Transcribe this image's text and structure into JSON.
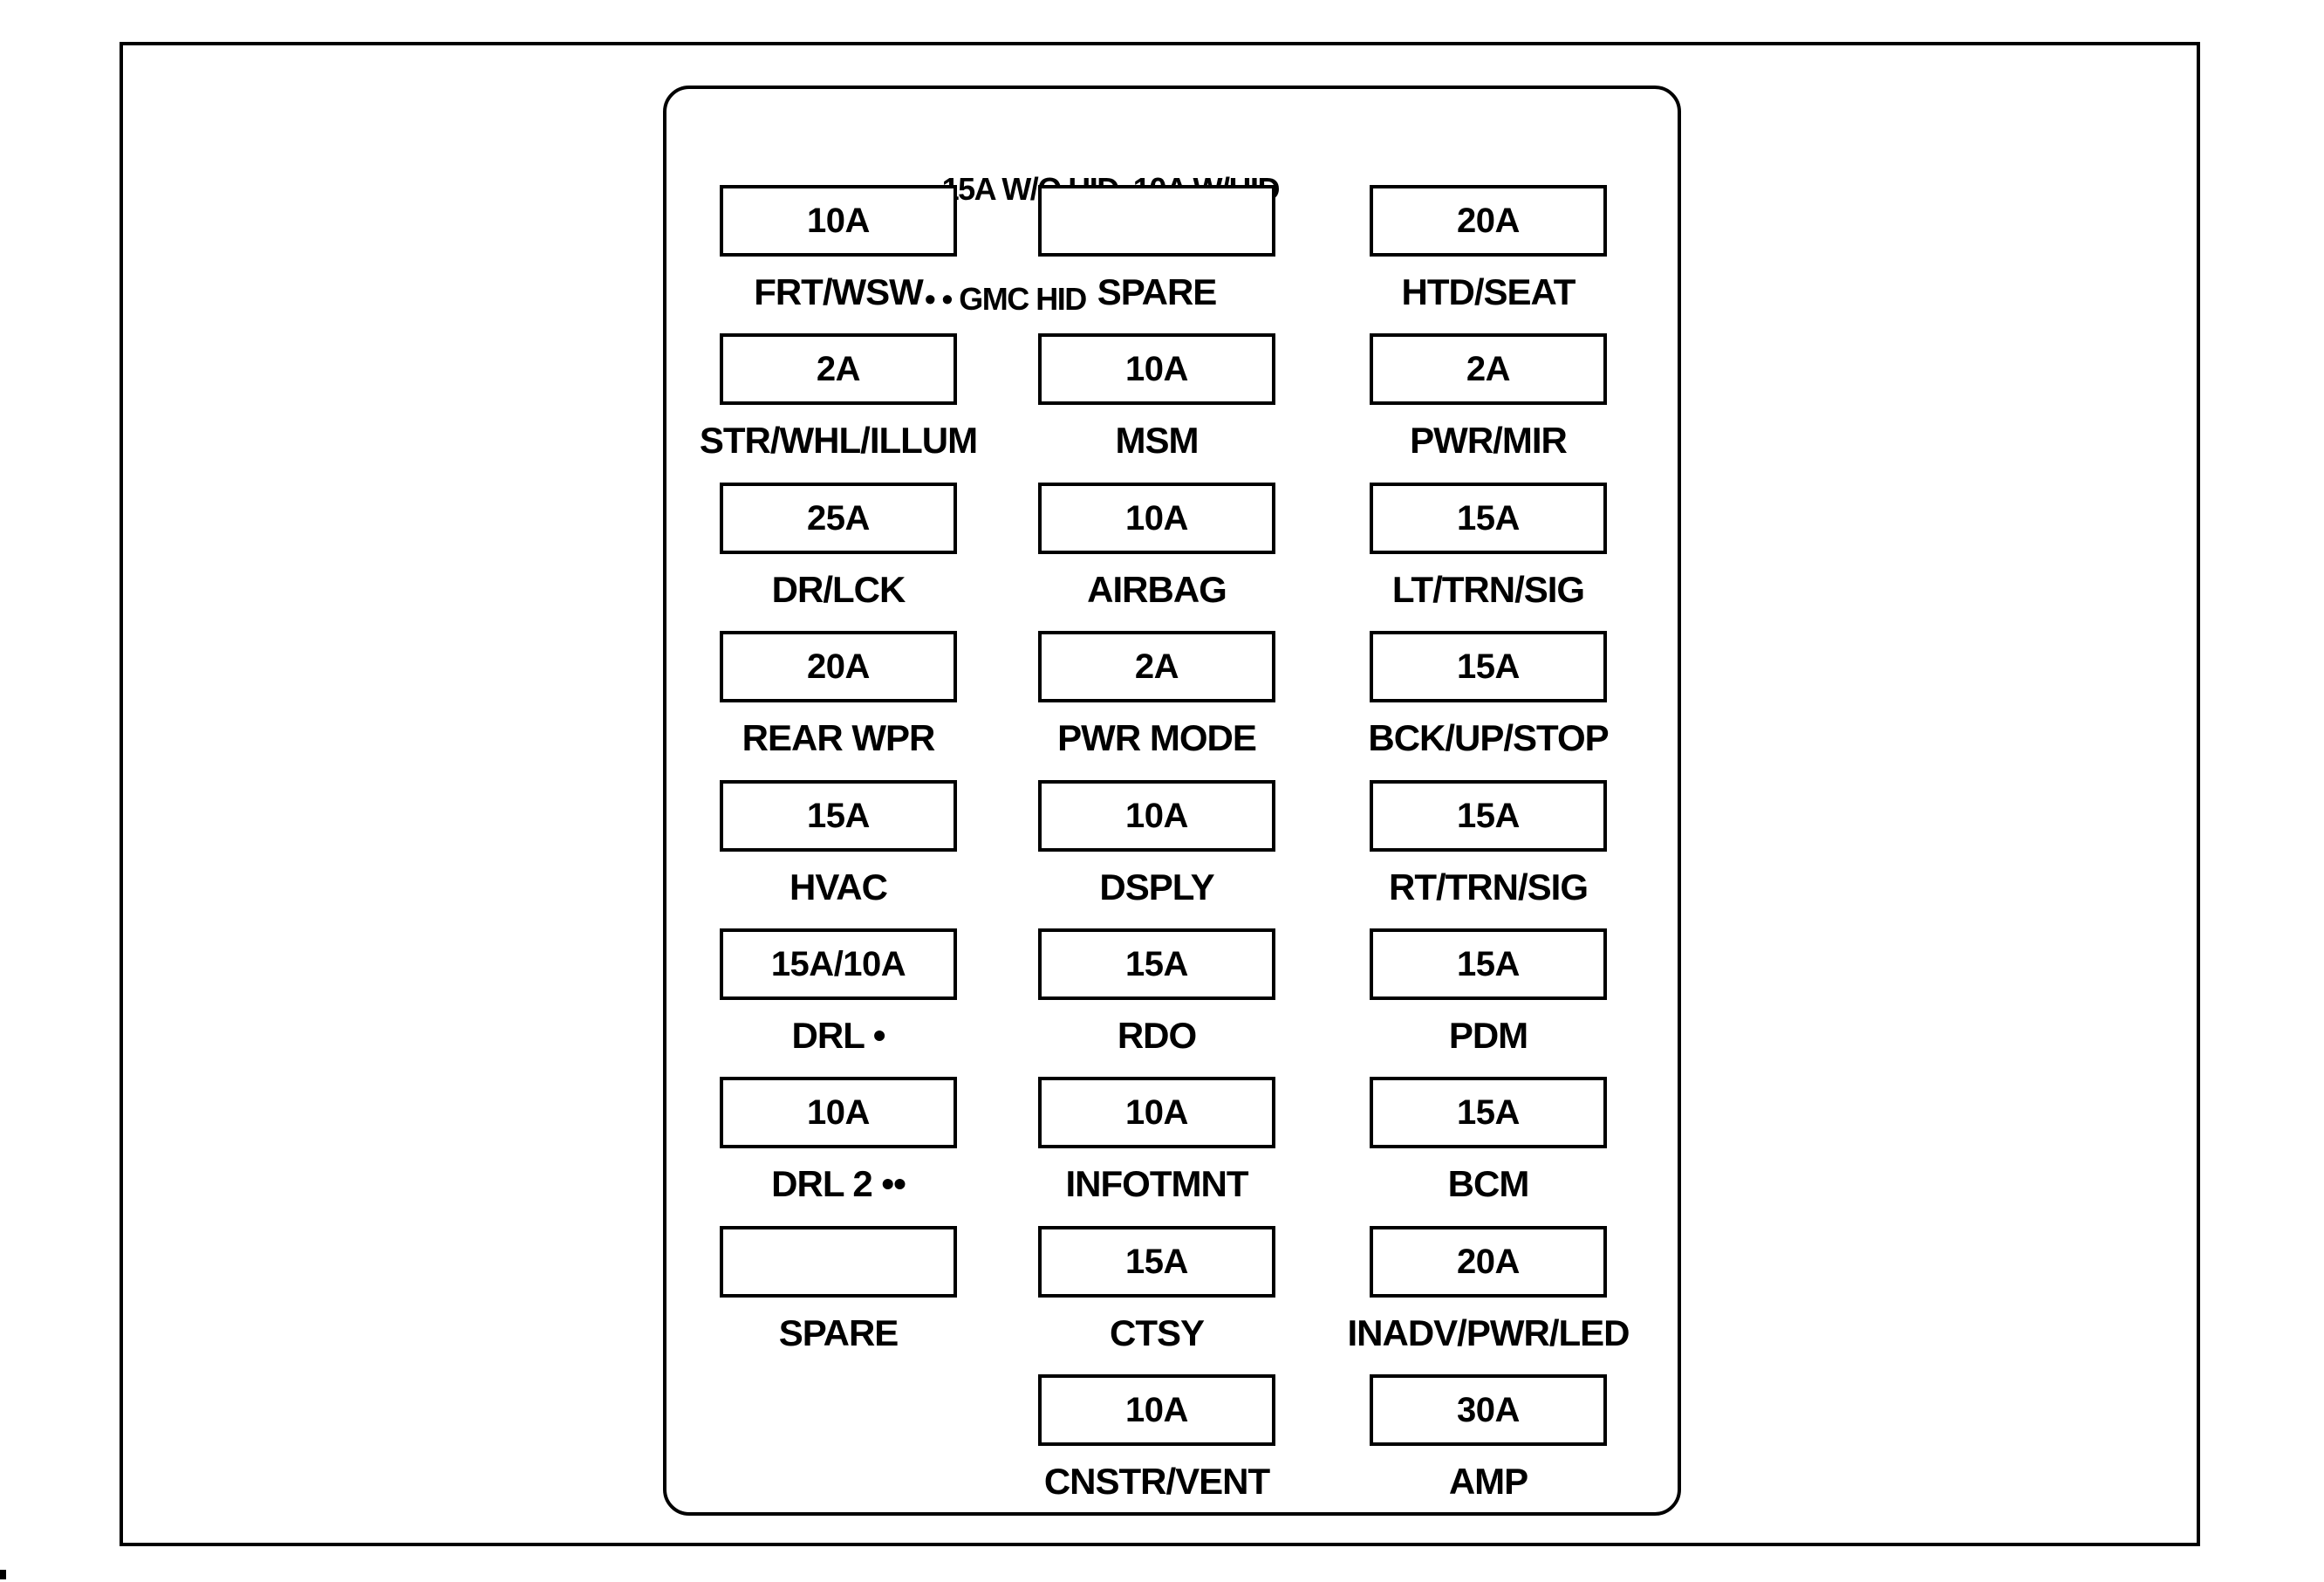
{
  "legend": {
    "lines": [
      "• 15A W/O HID, 10A W/HID",
      "• • GMC HID"
    ]
  },
  "fuse_grid": {
    "rows": [
      [
        {
          "amp": "10A",
          "label": "FRT/WSW"
        },
        {
          "amp": "",
          "label": "SPARE"
        },
        {
          "amp": "20A",
          "label": "HTD/SEAT"
        }
      ],
      [
        {
          "amp": "2A",
          "label": "STR/WHL/ILLUM"
        },
        {
          "amp": "10A",
          "label": "MSM"
        },
        {
          "amp": "2A",
          "label": "PWR/MIR"
        }
      ],
      [
        {
          "amp": "25A",
          "label": "DR/LCK"
        },
        {
          "amp": "10A",
          "label": "AIRBAG"
        },
        {
          "amp": "15A",
          "label": "LT/TRN/SIG"
        }
      ],
      [
        {
          "amp": "20A",
          "label": "REAR WPR"
        },
        {
          "amp": "2A",
          "label": "PWR MODE"
        },
        {
          "amp": "15A",
          "label": "BCK/UP/STOP"
        }
      ],
      [
        {
          "amp": "15A",
          "label": "HVAC"
        },
        {
          "amp": "10A",
          "label": "DSPLY"
        },
        {
          "amp": "15A",
          "label": "RT/TRN/SIG"
        }
      ],
      [
        {
          "amp": "15A/10A",
          "label": "DRL •"
        },
        {
          "amp": "15A",
          "label": "RDO"
        },
        {
          "amp": "15A",
          "label": "PDM"
        }
      ],
      [
        {
          "amp": "10A",
          "label": "DRL 2 ••"
        },
        {
          "amp": "10A",
          "label": "INFOTMNT"
        },
        {
          "amp": "15A",
          "label": "BCM"
        }
      ],
      [
        {
          "amp": "",
          "label": "SPARE"
        },
        {
          "amp": "15A",
          "label": "CTSY"
        },
        {
          "amp": "20A",
          "label": "INADV/PWR/LED"
        }
      ],
      [
        null,
        {
          "amp": "10A",
          "label": "CNSTR/VENT"
        },
        {
          "amp": "30A",
          "label": "AMP"
        }
      ]
    ]
  },
  "colors": {
    "ink": "#000000",
    "background": "#ffffff"
  }
}
